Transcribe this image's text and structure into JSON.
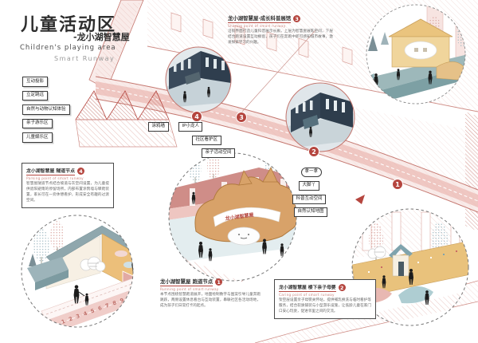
{
  "header": {
    "title": "儿童活动区",
    "subtitle": "-龙小湖智慧屋",
    "title_en": "Children's playing area",
    "runway_en": "Smart Runway"
  },
  "legend": {
    "items": [
      "互动投影",
      "立定跳远",
      "自然与动物认知体验",
      "亲子游乐区",
      "儿童娱乐区"
    ]
  },
  "labels": {
    "center": [
      "涂鸦墙",
      "IP小龙人",
      "社区看护区",
      "亲子活动空间"
    ],
    "right": [
      "拿一拿",
      "大脚丫",
      "科普互动空间",
      "自然认知地图"
    ]
  },
  "blocks": {
    "b3": {
      "num": "3",
      "title": "龙小湖智慧屋·成长科普展馆",
      "subtitle_en": "Sharing point of smart runway",
      "body": "沿街界面打造儿童科普展示长廊，上层为智慧屋展陈空间，下层结合跑道设置互动橱窗，孩子们在奔跑中即可感知城市故事，激发探索学习的兴趣。"
    },
    "b4": {
      "num": "4",
      "title": "龙小湖智慧屋 隧道节点",
      "subtitle_en": "Parking point of smart runway",
      "body": "智慧屋隧道节点结合坡道与灰空间设置，为儿童提供遮阳避雨的停留场所，内部布置涂鸦墙与攀爬装置，家长可在一旁休憩看护，形成安全有趣的过渡空间。"
    },
    "b1": {
      "num": "1",
      "title": "龙小湖智慧屋 跑道节点",
      "subtitle_en": "Running point of smart runway",
      "body": "本节点围绕智慧跑道展开，地面绘制数字与图案引导儿童奔跑跳跃，两侧设置休息看台与互动装置，串联社区各活动场地，成为孩子们日常打卡的起点。"
    },
    "b2": {
      "num": "2",
      "title": "龙小湖智慧屋 楼下亲子母婴",
      "subtitle_en": "Caring point of smart runway",
      "body": "架空层设置亲子母婴关怀站，提供哺乳换洗与临时看护等服务，结合软质铺装与小型游乐设施，让低龄儿童在家门口安心玩耍，促进邻里之间的交流。"
    }
  },
  "illustration": {
    "banner_text": "龙小湖智慧屋",
    "track_numbers": "1 2 3 4 5 6 7 8 9",
    "markers": {
      "m1": "1",
      "m2": "2",
      "m3": "3",
      "m4": "4"
    }
  },
  "colors": {
    "accent_red": "#b5463f",
    "hatch_pink": "#e0aba4",
    "ink_navy": "#36465a",
    "tan": "#d8a269",
    "cream_yellow": "#ecc27d",
    "blue_gray": "#9db8ba",
    "track_pink": "#f0cdc9"
  }
}
